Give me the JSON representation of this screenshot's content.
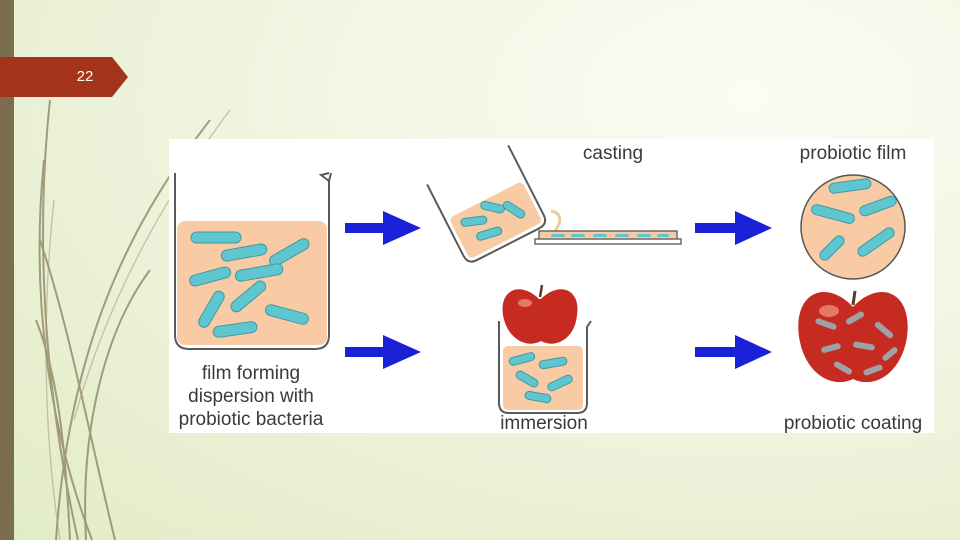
{
  "slide": {
    "number": "22"
  },
  "colors": {
    "accent_tab": "#a5321a",
    "arrow": "#1a21d6",
    "liquid": "#f8cba4",
    "bacteria": "#5fc6cf",
    "bar": "#7b6d4e"
  },
  "figure": {
    "labels": {
      "dispersion_line1": "film forming",
      "dispersion_line2": "dispersion with",
      "dispersion_line3": "probiotic bacteria",
      "casting": "casting",
      "probiotic_film": "probiotic film",
      "immersion": "immersion",
      "probiotic_coating": "probiotic coating"
    }
  }
}
